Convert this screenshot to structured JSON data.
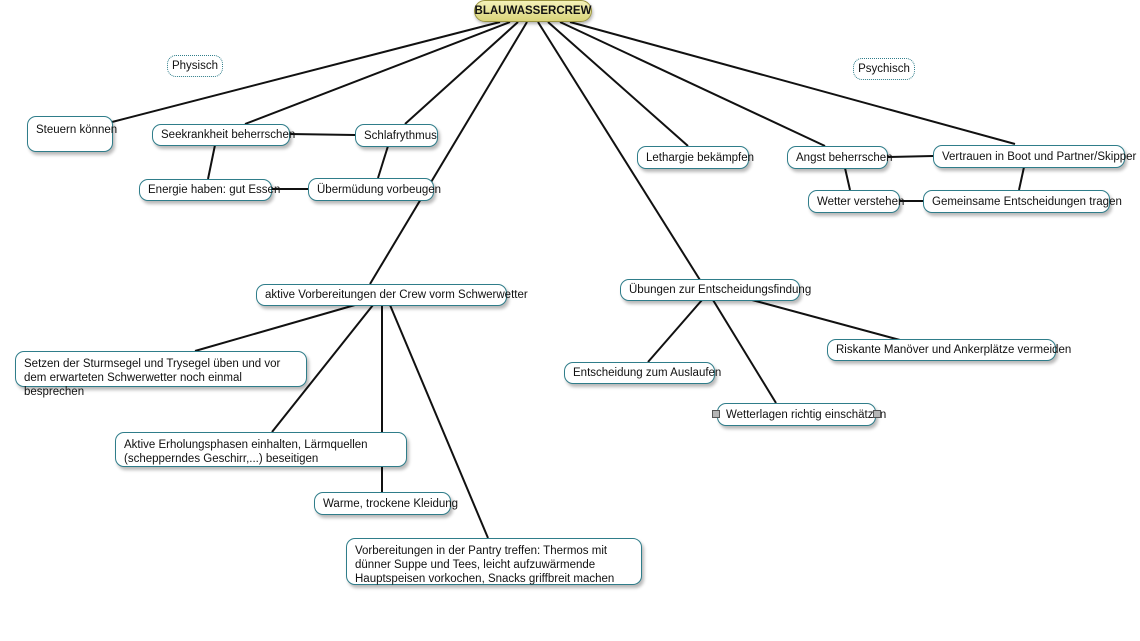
{
  "root": "BLAUWASSERCREW",
  "labels": {
    "physisch": "Physisch",
    "psychisch": "Psychisch"
  },
  "nodes": {
    "steuern": "Steuern können",
    "seekrankheit": "Seekrankheit beherrschen",
    "schlaf": "Schlafrythmus",
    "energie": "Energie haben: gut Essen",
    "uebermuedung": "Übermüdung vorbeugen",
    "lethargie": "Lethargie bekämpfen",
    "angst": "Angst beherrschen",
    "vertrauen": "Vertrauen in Boot und Partner/Skipper",
    "wetter_verstehen": "Wetter verstehen",
    "gemeinsame": "Gemeinsame Entscheidungen tragen",
    "aktive_vorbereitungen": "aktive Vorbereitungen der Crew vorm Schwerwetter",
    "sturmsegel": "Setzen der Sturmsegel und Trysegel üben und vor dem erwarteten Schwerwetter noch einmal besprechen",
    "erholung": "Aktive Erholungsphasen einhalten, Lärmquellen (schepperndes Geschirr,...) beseitigen",
    "kleidung": "Warme, trockene Kleidung",
    "pantry": "Vorbereitungen in der Pantry treffen: Thermos mit dünner Suppe und Tees, leicht aufzuwärmende Hauptspeisen vorkochen, Snacks griffbreit machen",
    "uebungen": "Übungen zur Entscheidungsfindung",
    "riskante": "Riskante Manöver und Ankerplätze vermeiden",
    "auslaufen": "Entscheidung zum Auslaufen",
    "wetterlagen": "Wetterlagen richtig einschätzen"
  },
  "colors": {
    "node_border": "#2f7d8a",
    "root_fill": "#e8e49a",
    "edge": "#111111"
  }
}
